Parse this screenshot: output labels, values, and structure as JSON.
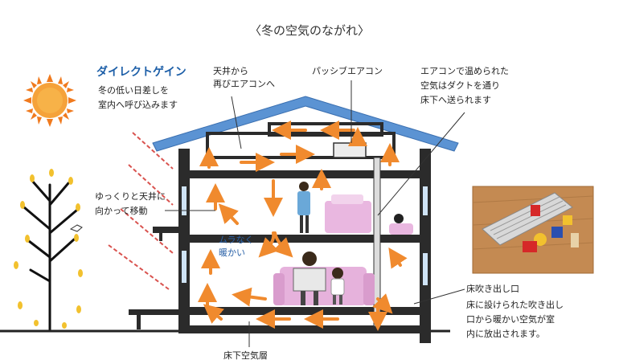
{
  "title": "〈冬の空気のながれ〉",
  "labels": {
    "direct_gain": "ダイレクトゲイン",
    "direct_gain_desc_1": "冬の低い日差しを",
    "direct_gain_desc_2": "室内へ呼び込みます",
    "from_ceiling_1": "天井から",
    "from_ceiling_2": "再びエアコンへ",
    "passive_aircon": "パッシブエアコン",
    "warmed_air_1": "エアコンで温められた",
    "warmed_air_2": "空気はダクトを通り",
    "warmed_air_3": "床下へ送られます",
    "slowly_1": "ゆっくりと天井に",
    "slowly_2": "向かって移動",
    "even_warm_1": "ムラなく",
    "even_warm_2": "暖かい",
    "floor_outlet": "床吹き出し口",
    "floor_outlet_desc_1": "床に設けられた吹き出し",
    "floor_outlet_desc_2": "口から暖かい空気が室",
    "floor_outlet_desc_3": "内に放出されます。",
    "underfloor": "床下空気層"
  },
  "colors": {
    "roof": "#5b93d3",
    "sun": "#f07a1e",
    "arrow": "#f08a2e",
    "accent_text": "#1d5fa8"
  }
}
